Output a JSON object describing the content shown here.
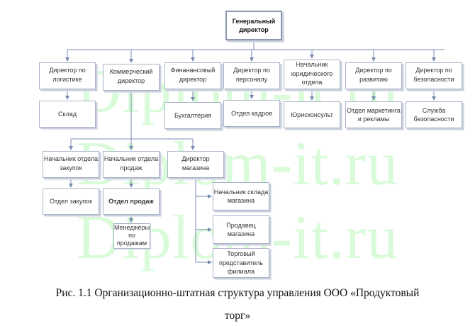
{
  "watermark": "Diplom-it.ru",
  "colors": {
    "line": "#7a8bb0",
    "box_border": "#a9b3c8",
    "watermark": "#d9fbd9"
  },
  "nodes": {
    "ceo": "Генеральный директор",
    "logistics_dir": "Директор по логистике",
    "commercial_dir": "Коммерческий директор",
    "finance_dir": "Финанансовый директор",
    "hr_dir": "Директор по персоналу",
    "legal_head": "Начальник юридического отдела",
    "development_dir": "Директор по развитию",
    "security_dir": "Директор по безопасности",
    "warehouse": "Склад",
    "accounting": "Бухгалтерия",
    "hr_dept": "Отдел кадров",
    "legal_counsel": "Юрисконсульт",
    "marketing_dept": "Отдел маркетинга и рекламы",
    "security_service": "Служба безопасности",
    "purchasing_head": "Начальник отдела закупок",
    "sales_head": "Начальник отдела продаж",
    "store_dir": "Директор магазина",
    "purchasing_dept": "Отдел закупок",
    "sales_dept": "Отдел продаж",
    "sales_managers": "Менеджеры по продажам",
    "store_warehouse_head": "Начальник склада магазина",
    "store_seller": "Продавец магазина",
    "branch_rep": "Торговый представитель филиала"
  },
  "caption": {
    "line1": "Рис. 1.1 Организационно-штатная структура управления ООО «Продуктовый",
    "line2": "торг»"
  }
}
